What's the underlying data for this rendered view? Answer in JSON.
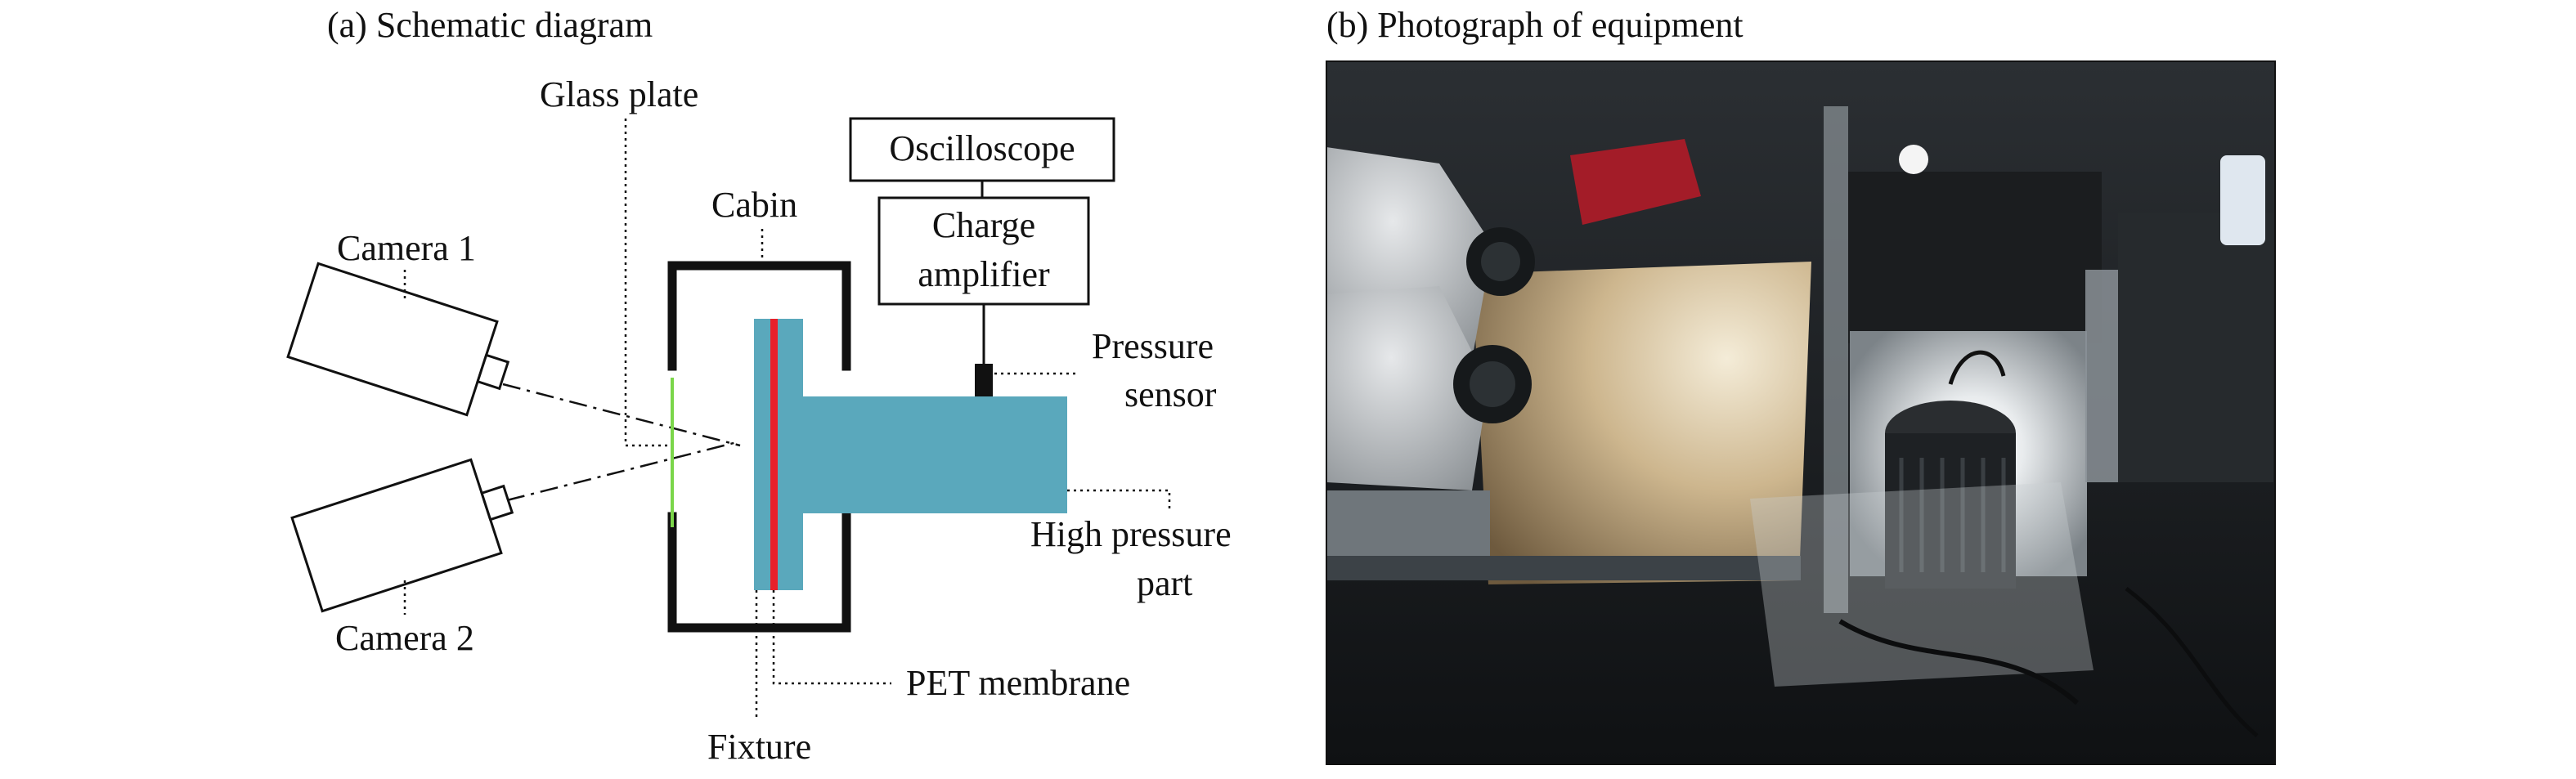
{
  "panel_a": {
    "title": "(a) Schematic diagram",
    "labels": {
      "glass_plate": "Glass plate",
      "cabin": "Cabin",
      "camera1": "Camera 1",
      "camera2": "Camera 2",
      "oscilloscope": "Oscilloscope",
      "charge_amplifier_line1": "Charge",
      "charge_amplifier_line2": "amplifier",
      "pressure_sensor_line1": "Pressure",
      "pressure_sensor_line2": "sensor",
      "high_pressure_line1": "High pressure",
      "high_pressure_line2": "part",
      "pet_membrane": "PET membrane",
      "fixture": "Fixture"
    },
    "colors": {
      "fixture": "#5aa8bc",
      "membrane": "#e8202a",
      "glass": "#7bd64a",
      "outline": "#111111"
    }
  },
  "panel_b": {
    "title": "(b) Photograph of equipment"
  }
}
